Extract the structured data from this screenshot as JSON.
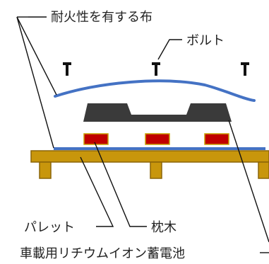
{
  "labels": {
    "fabric": "耐火性を有する布",
    "bolt": "ボルト",
    "pallet": "パレット",
    "sleeper": "枕木",
    "battery": "車載用リチウムイオン蓄電池"
  },
  "colors": {
    "fabric_line": "#4472C4",
    "battery_body": "#3A3A3A",
    "sleeper_block": "#C00000",
    "sleeper_border": "#C8A000",
    "pallet_wood": "#C8960C",
    "pallet_border": "#8B6508",
    "bolt": "#111111",
    "leader_line": "#111111"
  },
  "icons": {
    "bolt": "bolt-icon"
  }
}
